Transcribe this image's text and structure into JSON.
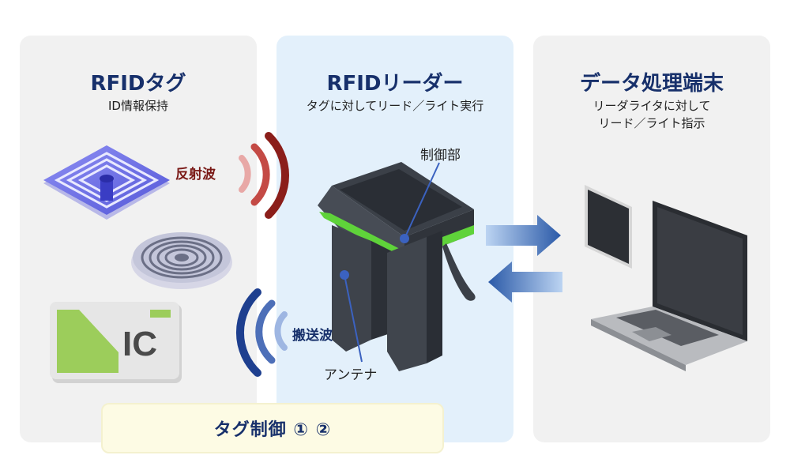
{
  "panels": {
    "tag": {
      "title": "RFIDタグ",
      "subtitle": "ID情報保持"
    },
    "reader": {
      "title": "RFIDリーダー",
      "subtitle": "タグに対してリード／ライト実行"
    },
    "terminal": {
      "title": "データ処理端末",
      "subtitle_line1": "リーダライタに対して",
      "subtitle_line2": "リード／ライト指示"
    }
  },
  "labels": {
    "reflected_wave": "反射波",
    "carrier_wave": "搬送波",
    "control_unit": "制御部",
    "antenna": "アンテナ",
    "ic_card_text": "IC"
  },
  "footer": {
    "text": "タグ制御 ① ②"
  },
  "colors": {
    "navy": "#17306b",
    "red_wave": "#8b1e1a",
    "blue_wave": "#1e3f8f",
    "reader_green": "#5fd33a",
    "arrow_blue": "#2b5aa8"
  },
  "icons": [
    "square-rfid-tag-icon",
    "round-rfid-tag-icon",
    "ic-card-icon",
    "rfid-reader-device-icon",
    "tablet-icon",
    "laptop-icon",
    "send-arrow-icon",
    "receive-arrow-icon"
  ]
}
